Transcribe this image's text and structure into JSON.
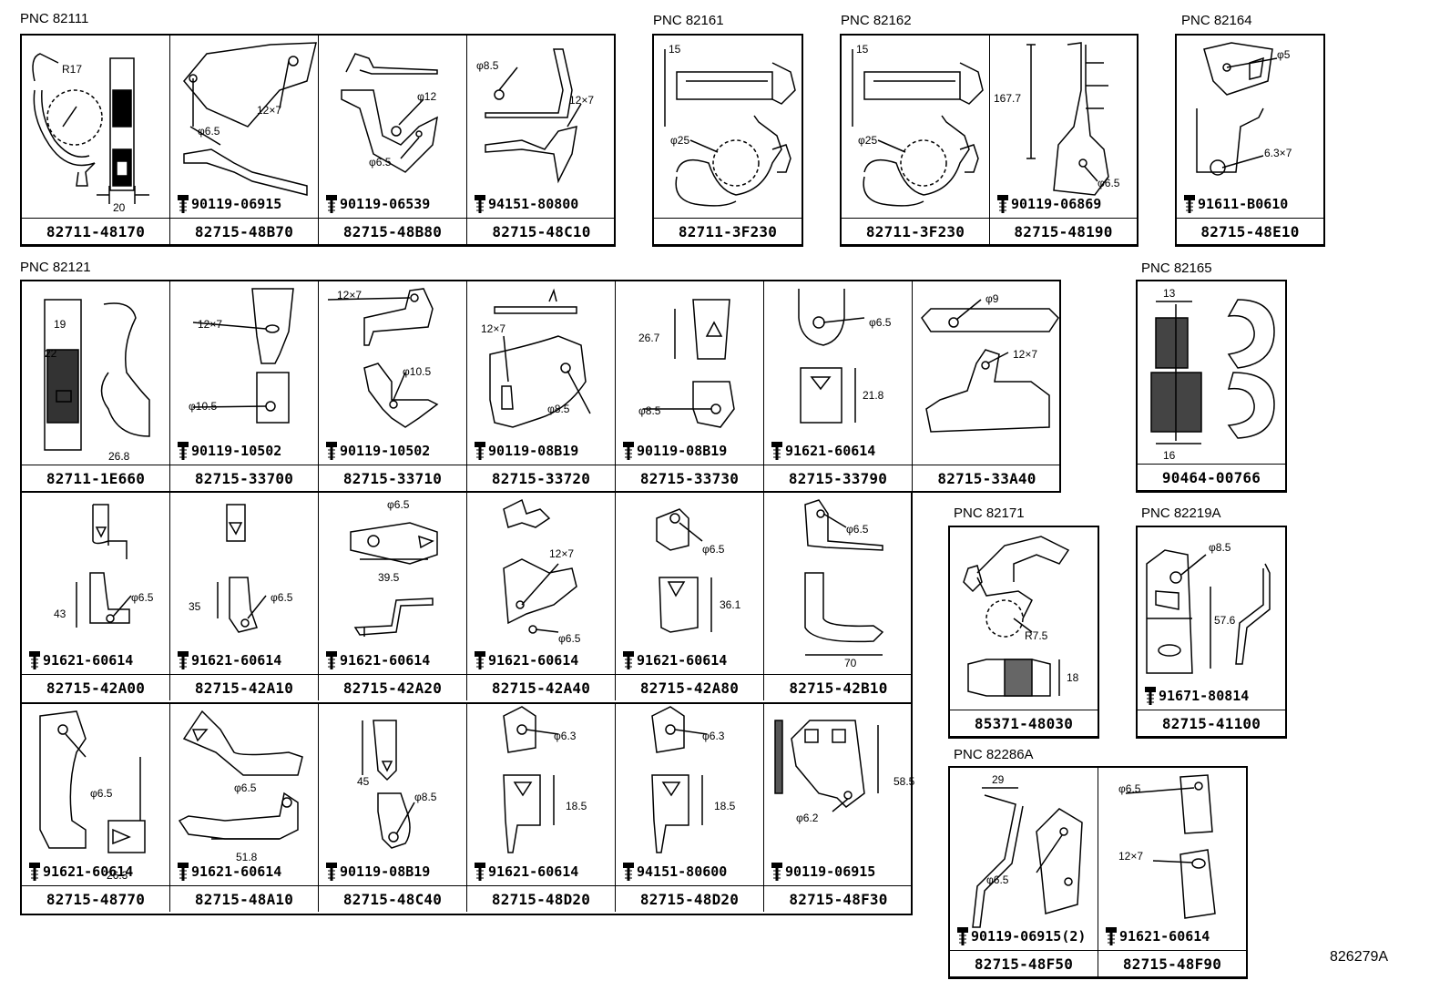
{
  "groups": [
    {
      "id": "g82111",
      "pnc": "PNC 82111",
      "cells": [
        {
          "part": "82711-48170",
          "bolt": "",
          "dims": [
            "R17",
            "20"
          ]
        },
        {
          "part": "82715-48B70",
          "bolt": "90119-06915",
          "dims": [
            "φ6.5",
            "12×7"
          ]
        },
        {
          "part": "82715-48B80",
          "bolt": "90119-06539",
          "dims": [
            "φ12",
            "φ6.5"
          ]
        },
        {
          "part": "82715-48C10",
          "bolt": "94151-80800",
          "dims": [
            "φ8.5",
            "12×7"
          ]
        }
      ]
    },
    {
      "id": "g82161",
      "pnc": "PNC 82161",
      "cells": [
        {
          "part": "82711-3F230",
          "bolt": "",
          "dims": [
            "15",
            "φ25"
          ]
        }
      ]
    },
    {
      "id": "g82162",
      "pnc": "PNC 82162",
      "cells": [
        {
          "part": "82711-3F230",
          "bolt": "",
          "dims": [
            "15",
            "φ25"
          ]
        },
        {
          "part": "82715-48190",
          "bolt": "90119-06869",
          "dims": [
            "167.7",
            "φ6.5"
          ]
        }
      ]
    },
    {
      "id": "g82164",
      "pnc": "PNC 82164",
      "cells": [
        {
          "part": "82715-48E10",
          "bolt": "91611-B0610",
          "dims": [
            "φ5",
            "6.3×7"
          ]
        }
      ]
    },
    {
      "id": "g82121",
      "pnc": "PNC 82121",
      "cells": [
        {
          "part": "82711-1E660",
          "bolt": "",
          "dims": [
            "19",
            "22",
            "26.8"
          ]
        },
        {
          "part": "82715-33700",
          "bolt": "90119-10502",
          "dims": [
            "12×7",
            "φ10.5"
          ]
        },
        {
          "part": "82715-33710",
          "bolt": "90119-10502",
          "dims": [
            "12×7",
            "φ10.5"
          ]
        },
        {
          "part": "82715-33720",
          "bolt": "90119-08B19",
          "dims": [
            "12×7",
            "φ8.5"
          ]
        },
        {
          "part": "82715-33730",
          "bolt": "90119-08B19",
          "dims": [
            "26.7",
            "φ8.5"
          ]
        },
        {
          "part": "82715-33790",
          "bolt": "91621-60614",
          "dims": [
            "φ6.5",
            "21.8"
          ]
        },
        {
          "part": "82715-33A40",
          "bolt": "",
          "dims": [
            "φ9",
            "12×7"
          ]
        },
        {
          "part": "82715-42A00",
          "bolt": "91621-60614",
          "dims": [
            "43",
            "φ6.5"
          ]
        },
        {
          "part": "82715-42A10",
          "bolt": "91621-60614",
          "dims": [
            "35",
            "φ6.5"
          ]
        },
        {
          "part": "82715-42A20",
          "bolt": "91621-60614",
          "dims": [
            "φ6.5",
            "39.5"
          ]
        },
        {
          "part": "82715-42A40",
          "bolt": "91621-60614",
          "dims": [
            "12×7",
            "φ6.5"
          ]
        },
        {
          "part": "82715-42A80",
          "bolt": "91621-60614",
          "dims": [
            "φ6.5",
            "36.1"
          ]
        },
        {
          "part": "82715-42B10",
          "bolt": "",
          "dims": [
            "φ6.5",
            "70"
          ]
        },
        {
          "part": "82715-48770",
          "bolt": "91621-60614",
          "dims": [
            "φ6.5",
            "26.3"
          ]
        },
        {
          "part": "82715-48A10",
          "bolt": "91621-60614",
          "dims": [
            "φ6.5",
            "51.8"
          ]
        },
        {
          "part": "82715-48C40",
          "bolt": "90119-08B19",
          "dims": [
            "45",
            "φ8.5"
          ]
        },
        {
          "part": "82715-48D20",
          "bolt": "91621-60614",
          "dims": [
            "φ6.3",
            "18.5"
          ]
        },
        {
          "part": "82715-48D20",
          "bolt": "94151-80600",
          "dims": [
            "φ6.3",
            "18.5"
          ]
        },
        {
          "part": "82715-48F30",
          "bolt": "90119-06915",
          "dims": [
            "58.5",
            "φ6.2"
          ]
        }
      ]
    },
    {
      "id": "g82165",
      "pnc": "PNC 82165",
      "cells": [
        {
          "part": "90464-00766",
          "bolt": "",
          "dims": [
            "13",
            "16"
          ]
        }
      ]
    },
    {
      "id": "g82171",
      "pnc": "PNC 82171",
      "cells": [
        {
          "part": "85371-48030",
          "bolt": "",
          "dims": [
            "R7.5",
            "18"
          ]
        }
      ]
    },
    {
      "id": "g82219A",
      "pnc": "PNC 82219A",
      "cells": [
        {
          "part": "82715-41100",
          "bolt": "91671-80814",
          "dims": [
            "φ8.5",
            "57.6"
          ]
        }
      ]
    },
    {
      "id": "g82286A",
      "pnc": "PNC 82286A",
      "cells": [
        {
          "part": "82715-48F50",
          "bolt": "90119-06915(2)",
          "dims": [
            "29",
            "φ6.5"
          ]
        },
        {
          "part": "82715-48F90",
          "bolt": "91621-60614",
          "dims": [
            "φ6.5",
            "12×7"
          ]
        }
      ]
    }
  ],
  "diagram_ref": "826279A"
}
